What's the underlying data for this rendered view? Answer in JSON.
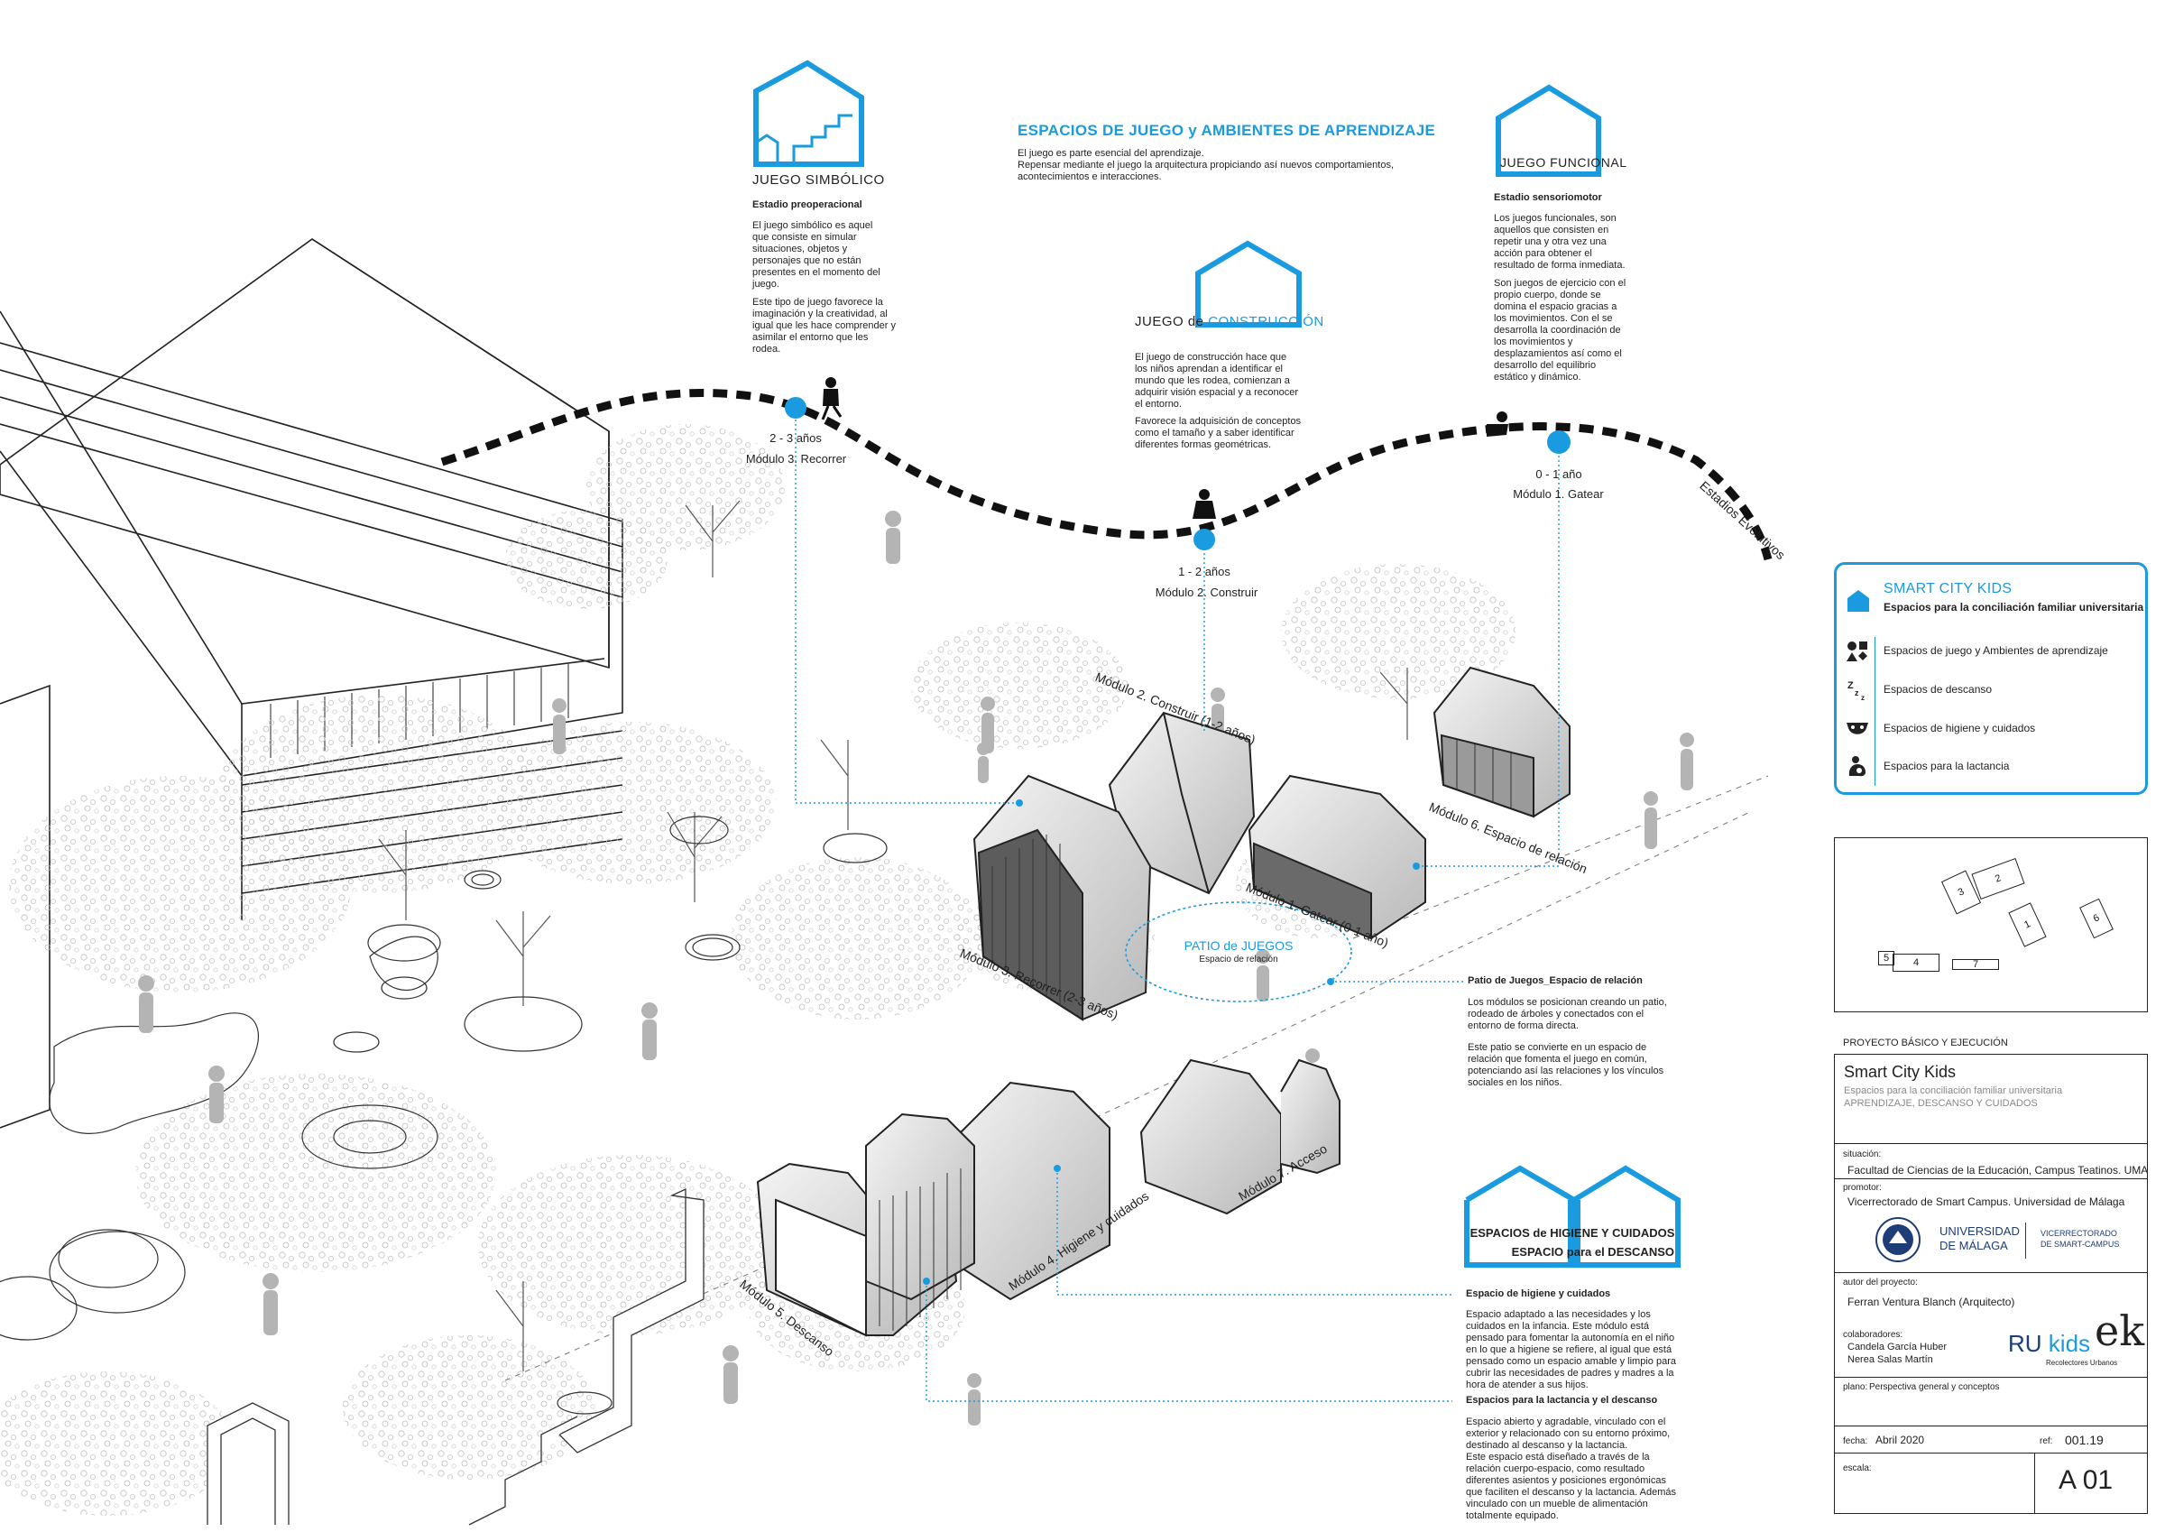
{
  "concepts": {
    "symbolic": {
      "title": "JUEGO SIMBÓLICO",
      "stage": "Estadio preoperacional",
      "p1": "El juego simbólico es aquel que consiste en simular situaciones, objetos y personajes que no están presentes en el momento del juego.",
      "p2": "Este tipo de juego favorece la imaginación y la creatividad, al igual que les hace comprender y asimilar el entorno que les rodea."
    },
    "construction": {
      "title_a": "JUEGO de",
      "title_b": "CONSTRUCCIÓN",
      "p1": "El juego de construcción hace que los niños aprendan a identificar el mundo que les rodea, comienzan a adquirir visión espacial y a reconocer el entorno.",
      "p2": "Favorece la adquisición de conceptos como el tamaño y a saber identificar diferentes formas geométricas."
    },
    "functional": {
      "title": "JUEGO FUNCIONAL",
      "stage": "Estadio sensoriomotor",
      "p1": "Los juegos funcionales, son aquellos que consisten en repetir una y otra vez una acción para obtener el resultado de forma inmediata.",
      "p2": "Son juegos de ejercicio con el propio cuerpo, donde se domina el espacio gracias a los movimientos. Con el se desarrolla la coordinación de los movimientos y desplazamientos así como el desarrollo del equilibrio estático y dinámico."
    },
    "header": {
      "title": "ESPACIOS DE JUEGO y AMBIENTES DE APRENDIZAJE",
      "p1": "El juego es parte esencial del aprendizaje.",
      "p2": "Repensar mediante el juego la arquitectura propiciando así nuevos comportamientos, acontecimientos e interacciones."
    }
  },
  "timeline": {
    "label": "Estadios Evolutivos",
    "stages": [
      {
        "age": "2 - 3 años",
        "module": "Módulo 3. Recorrer"
      },
      {
        "age": "1 - 2 años",
        "module": "Módulo 2. Construir"
      },
      {
        "age": "0 - 1 año",
        "module": "Módulo 1. Gatear"
      }
    ]
  },
  "modules": {
    "m2": "Módulo 2. Construir (1-2 años)",
    "m6": "Módulo 6. Espacio de relación",
    "m1": "Módulo 1. Gatear (0-1 año)",
    "m3": "Módulo 3. Recorrer (2-3 años)",
    "m7": "Módulo 7. Acceso",
    "m4": "Módulo 4. Higiene y cuidados",
    "m5": "Módulo 5. Descanso"
  },
  "patio": {
    "title": "PATIO de JUEGOS",
    "subtitle": "Espacio de relación",
    "heading": "Patio de Juegos_Espacio de relación",
    "p1": "Los módulos se posicionan creando un patio, rodeado de árboles y conectados con el entorno de forma directa.",
    "p2": "Este patio se convierte en un espacio de relación que fomenta el juego en común, potenciando así las relaciones y los vínculos sociales en los niños."
  },
  "hygiene": {
    "title_a": "ESPACIOS de HIGIENE Y CUIDADOS",
    "title_b": "ESPACIO para el DESCANSO",
    "h1": "Espacio de higiene y cuidados",
    "p1": "Espacio adaptado a las necesidades y los cuidados en la infancia. Este módulo está pensado para fomentar la autonomía en el niño en lo que a higiene se refiere, al igual que está pensado como un espacio amable y limpio para cubrir las necesidades de padres y madres a la hora de atender a sus hijos.",
    "h2": "Espacios para la lactancia y el descanso",
    "p2": "Espacio abierto y agradable, vinculado con el exterior y relacionado con su entorno próximo, destinado al descanso y la lactancia.",
    "p3": "Este espacio está diseñado a través de la relación cuerpo-espacio, como resultado diferentes asientos y posiciones ergonómicas que faciliten el descanso y la lactancia. Además vinculado con un mueble de alimentación totalmente equipado."
  },
  "legend": {
    "title": "SMART CITY KIDS",
    "subtitle": "Espacios para la conciliación familiar universitaria",
    "items": [
      {
        "icon": "shapes-icon",
        "label": "Espacios de juego y Ambientes de aprendizaje"
      },
      {
        "icon": "sleep-icon",
        "label": "Espacios de descanso"
      },
      {
        "icon": "diaper-icon",
        "label": "Espacios de higiene y cuidados"
      },
      {
        "icon": "nursing-icon",
        "label": "Espacios para la lactancia"
      }
    ]
  },
  "plan": {
    "labels": [
      "3",
      "2",
      "1",
      "6",
      "5",
      "4",
      "7"
    ]
  },
  "titleblock": {
    "project_type": "PROYECTO BÁSICO Y EJECUCIÓN",
    "name": "Smart City Kids",
    "line1": "Espacios para la conciliación familiar universitaria",
    "line2": "APRENDIZAJE, DESCANSO Y CUIDADOS",
    "situacion_label": "situación:",
    "situacion": "Facultad de Ciencias de la Educación, Campus Teatinos. UMA",
    "promotor_label": "promotor:",
    "promotor": "Vicerrectorado de Smart Campus. Universidad de Málaga",
    "uni_a": "UNIVERSIDAD",
    "uni_b": "DE MÁLAGA",
    "vice_a": "VICERRECTORADO",
    "vice_b": "DE SMART-CAMPUS",
    "autor_label": "autor del proyecto:",
    "autor": "Ferran Ventura Blanch (Arquitecto)",
    "colab_label": "colaboradores:",
    "colab1": "Candela García Huber",
    "colab2": "Nerea Salas Martín",
    "ru": "RU",
    "kids": "kids",
    "ek": "ek",
    "recolectores": "Recolectores Urbanos",
    "plano_label": "plano:",
    "plano": "Perspectiva general y conceptos",
    "fecha_label": "fecha:",
    "fecha": "Abril 2020",
    "ref_label": "ref:",
    "ref": "001.19",
    "escala_label": "escala:",
    "sheet": "A 01"
  },
  "colors": {
    "accent": "#1a9be0",
    "ink": "#1a1a1a"
  }
}
